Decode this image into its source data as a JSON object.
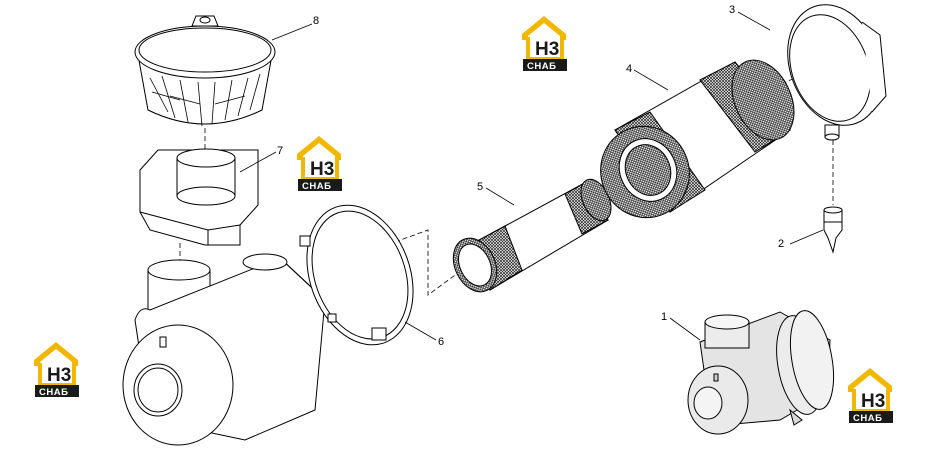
{
  "diagram": {
    "part_labels": [
      "1",
      "2",
      "3",
      "4",
      "5",
      "6",
      "7",
      "8"
    ]
  },
  "logo": {
    "text_main": "H3",
    "text_sub": "СНАБ",
    "colors": {
      "roof": "#f2b800",
      "dark": "#1a1a1a",
      "text": "#ffffff"
    }
  }
}
